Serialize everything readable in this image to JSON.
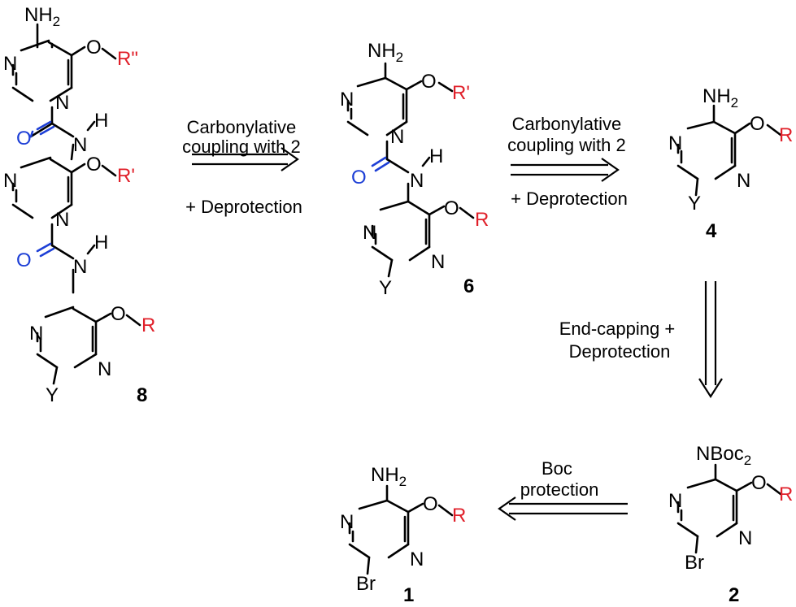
{
  "atoms": {
    "NH2": "NH",
    "sub2": "2",
    "N": "N",
    "O": "O",
    "H": "H",
    "Y": "Y",
    "Br": "Br",
    "NBoc": "NBoc",
    "R": "R",
    "R1": "R'",
    "R2": "R\""
  },
  "compounds": {
    "c8": "8",
    "c6": "6",
    "c4": "4",
    "c2": "2",
    "c1": "1"
  },
  "steps": {
    "s1": [
      "Carbonylative",
      "coupling with 2",
      "+ Deprotection"
    ],
    "s2": [
      "Carbonylative",
      "coupling with 2",
      "+ Deprotection"
    ],
    "s3": [
      "End-capping +",
      "Deprotection"
    ],
    "s4": [
      "Boc",
      "protection"
    ]
  },
  "colors": {
    "carbonyl": "#1d3fd6",
    "substituent": "#e0202a"
  }
}
